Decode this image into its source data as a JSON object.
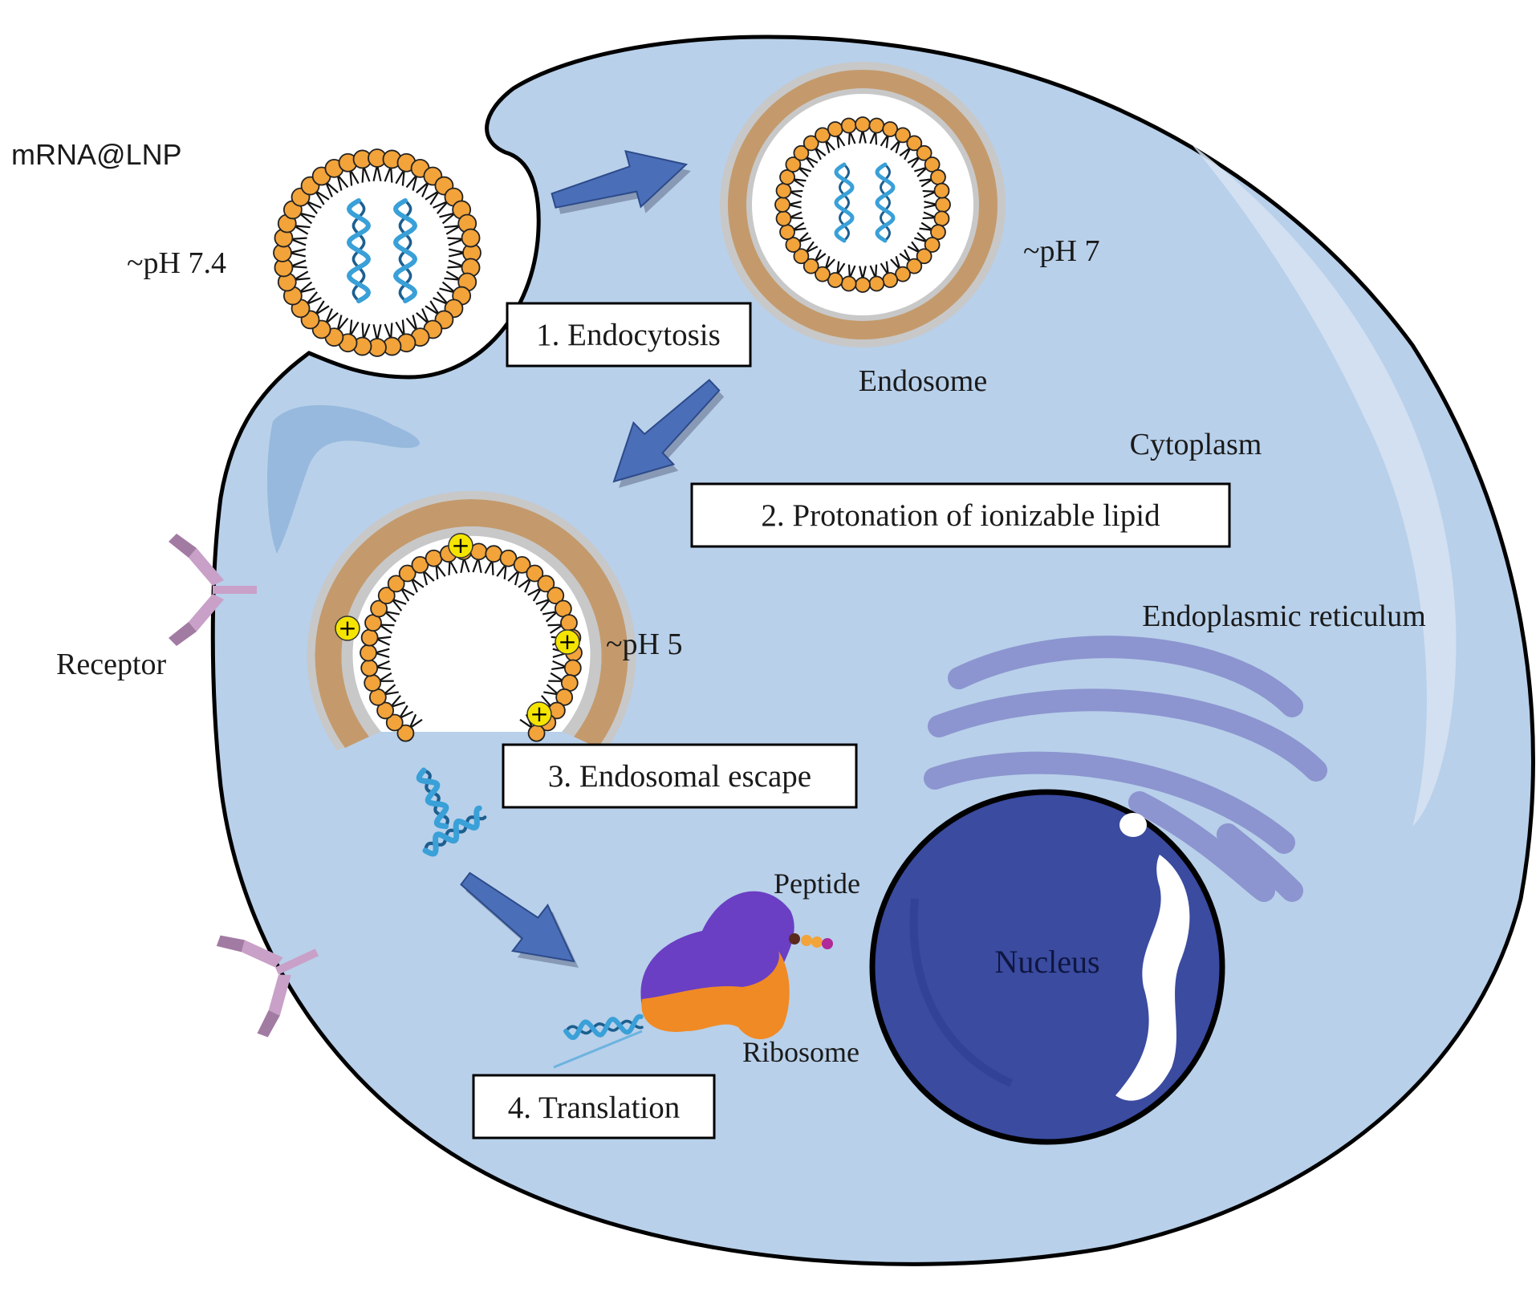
{
  "labels": {
    "lnp": "mRNA@LNP",
    "ph_lnp": "~pH 7.4",
    "ph_endosome": "~pH 7",
    "endosome": "Endosome",
    "cytoplasm": "Cytoplasm",
    "ph_late": "~pH 5",
    "receptor": "Receptor",
    "er": "Endoplasmic reticulum",
    "peptide": "Peptide",
    "ribosome": "Ribosome",
    "nucleus": "Nucleus"
  },
  "steps": [
    "1. Endocytosis",
    "2. Protonation of ionizable lipid",
    "3. Endosomal escape",
    "4. Translation"
  ],
  "charge_symbol": "+",
  "colors": {
    "cytoplasm": "#b8d0ea",
    "cell_outline": "#000000",
    "lipid_head": "#f2a33a",
    "endosome_ring": "#c49a6c",
    "endosome_gray": "#c8c8c8",
    "mrna": "#3aa0d8",
    "arrow": "#4a6fb8",
    "nucleus": "#3a4ba0",
    "er": "#8c95cf",
    "ribosome_top": "#6a3fc4",
    "ribosome_bottom": "#f08a24",
    "receptor": "#c9a0c8",
    "charge": "#f5e400"
  }
}
